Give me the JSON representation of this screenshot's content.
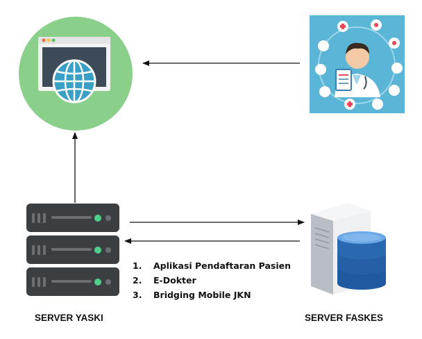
{
  "list": {
    "items": [
      {
        "number": "1.",
        "text": "Aplikasi Pendaftaran Pasien"
      },
      {
        "number": "2.",
        "text": "E-Dokter"
      },
      {
        "number": "3.",
        "text": "Bridging Mobile JKN"
      }
    ]
  },
  "labels": {
    "server_left": "SERVER YASKI",
    "server_right": "SERVER FASKES"
  },
  "icons": {
    "web_app": "web-browser-globe-icon",
    "doctor": "doctor-medical-icon",
    "server_rack": "server-rack-icon",
    "database_server": "database-server-icon"
  },
  "colors": {
    "web_circle": "#8ad08b",
    "globe": "#3aa0c6",
    "doctor_bg": "#5ab5d6",
    "server_body": "#3c3f42",
    "server_led": "#4fd08a",
    "db_blue": "#2f6fb8"
  }
}
